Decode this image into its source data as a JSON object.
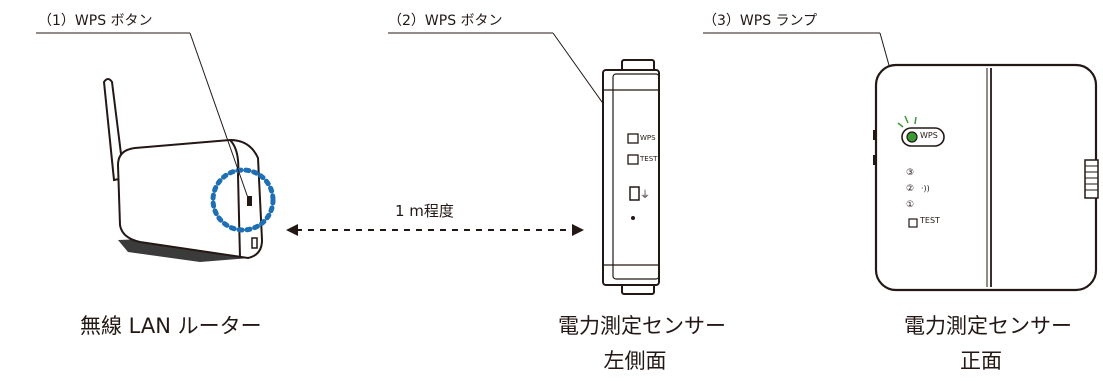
{
  "callouts": {
    "router_wps": "（1）WPS ボタン",
    "sensor_side_wps": "（2）WPS ボタン",
    "sensor_front_lamp": "（3）WPS ランプ"
  },
  "distance_label": "1 m程度",
  "captions": {
    "router": "無線 LAN ルーター",
    "sensor_side_line1": "電力測定センサー",
    "sensor_side_line2": "左側面",
    "sensor_front_line1": "電力測定センサー",
    "sensor_front_line2": "正面"
  },
  "device_labels": {
    "side_wps": "WPS",
    "side_test": "TEST",
    "front_wps": "WPS",
    "front_ind3": "③",
    "front_ind2": "②",
    "front_ind1": "①",
    "front_signal": "·))",
    "front_test": "TEST"
  },
  "colors": {
    "line": "#231815",
    "highlight_dots": "#1f6fb4",
    "lamp_green": "#3a9a35",
    "shadow": "#3b3b3b"
  }
}
